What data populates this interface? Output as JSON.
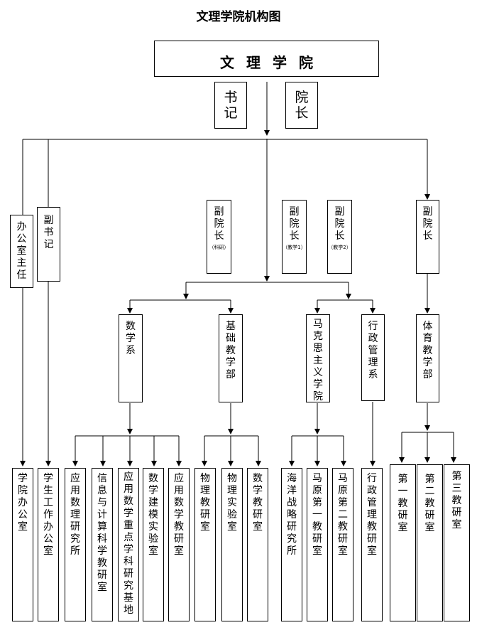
{
  "title": "文理学院机构图",
  "college": "文理学院",
  "secretary": "书记",
  "dean": "院长",
  "office_director": "办公室主任",
  "deputy_secretary": "副书记",
  "vice_deans": [
    {
      "label": "副院长",
      "note": "（科研）"
    },
    {
      "label": "副院长",
      "note": "（教学1）"
    },
    {
      "label": "副院长",
      "note": "（教学2）"
    },
    {
      "label": "副院长",
      "note": ""
    }
  ],
  "departments": [
    "数学系",
    "基础教学部",
    "马克思主义学院",
    "行政管理系",
    "体育教学部"
  ],
  "units": [
    "学院办公室",
    "学生工作办公室",
    "应用数理研究所",
    "信息与计算科学教研室",
    "应用数学重点学科研究基地",
    "数学建模实验室",
    "应用数学教研室",
    "物理教研室",
    "物理实验室",
    "数学教研室",
    "海洋战略研究所",
    "马原第一教研室",
    "马原第二教研室",
    "行政管理教研室",
    "第一教研室",
    "第二教研室",
    "第三教研室"
  ]
}
